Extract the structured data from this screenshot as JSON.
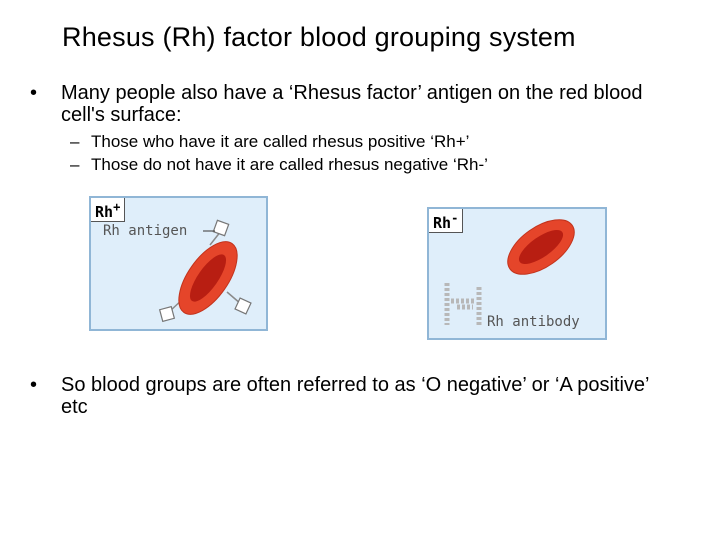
{
  "title": "Rhesus (Rh) factor blood grouping system",
  "bullets": {
    "first": "Many people also have a ‘Rhesus factor’ antigen on the red blood cell's surface:",
    "sub1": "Those who have it are called rhesus positive ‘Rh+’",
    "sub2": "Those do not have it are called rhesus negative ‘Rh-’",
    "second": "So blood groups are often referred to as ‘O negative’ or ‘A positive’ etc",
    "bullet_glyph": "•",
    "dash_glyph": "–"
  },
  "panel_positive": {
    "tag": "Rh",
    "tag_sign": "+",
    "label": "Rh antigen"
  },
  "panel_negative": {
    "tag": "Rh",
    "tag_sign": "-",
    "label": "Rh antibody"
  },
  "colors": {
    "panel_bg": "#dfeefa",
    "cell_outer": "#e5452a",
    "cell_inner": "#b81e12"
  }
}
